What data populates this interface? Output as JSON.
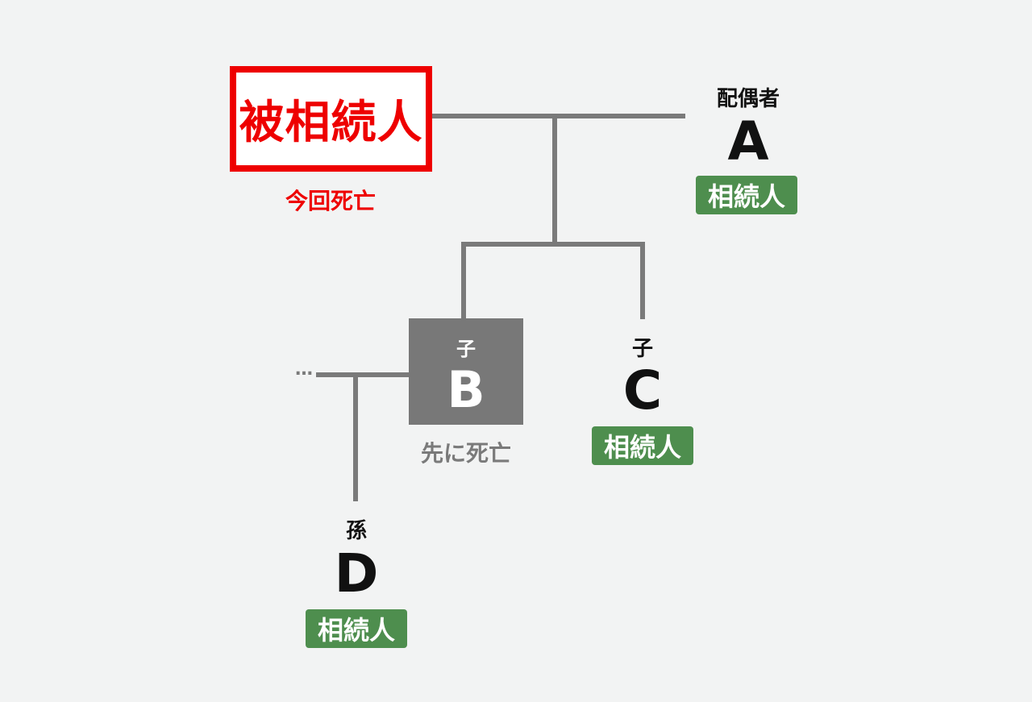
{
  "decedent": {
    "title": "被相続人",
    "note": "今回死亡"
  },
  "spouse": {
    "role": "配偶者",
    "letter": "A",
    "badge": "相続人"
  },
  "child_b": {
    "role": "子",
    "letter": "B",
    "note": "先に死亡"
  },
  "child_c": {
    "role": "子",
    "letter": "C",
    "badge": "相続人"
  },
  "grandchild_d": {
    "role": "孫",
    "letter": "D",
    "badge": "相続人"
  },
  "ellipsis": "…",
  "colors": {
    "decedent_red": "#ee0000",
    "line_gray": "#7a7a7a",
    "heir_green": "#4e8e4e",
    "background": "#f2f3f3"
  }
}
